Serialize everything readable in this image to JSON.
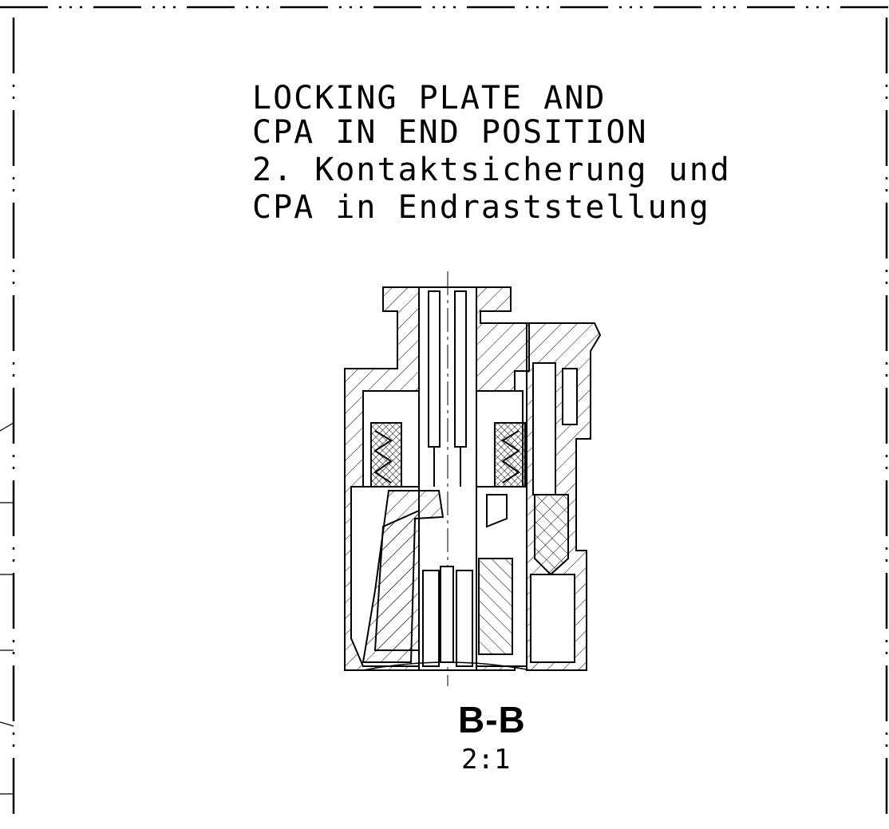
{
  "note": {
    "lines": [
      "LOCKING PLATE AND",
      "CPA IN END POSITION",
      "2. Kontaktsicherung und",
      "CPA in Endraststellung"
    ]
  },
  "section": {
    "label": "B-B",
    "scale": "2:1"
  },
  "colors": {
    "line": "#000000",
    "background": "#ffffff"
  }
}
